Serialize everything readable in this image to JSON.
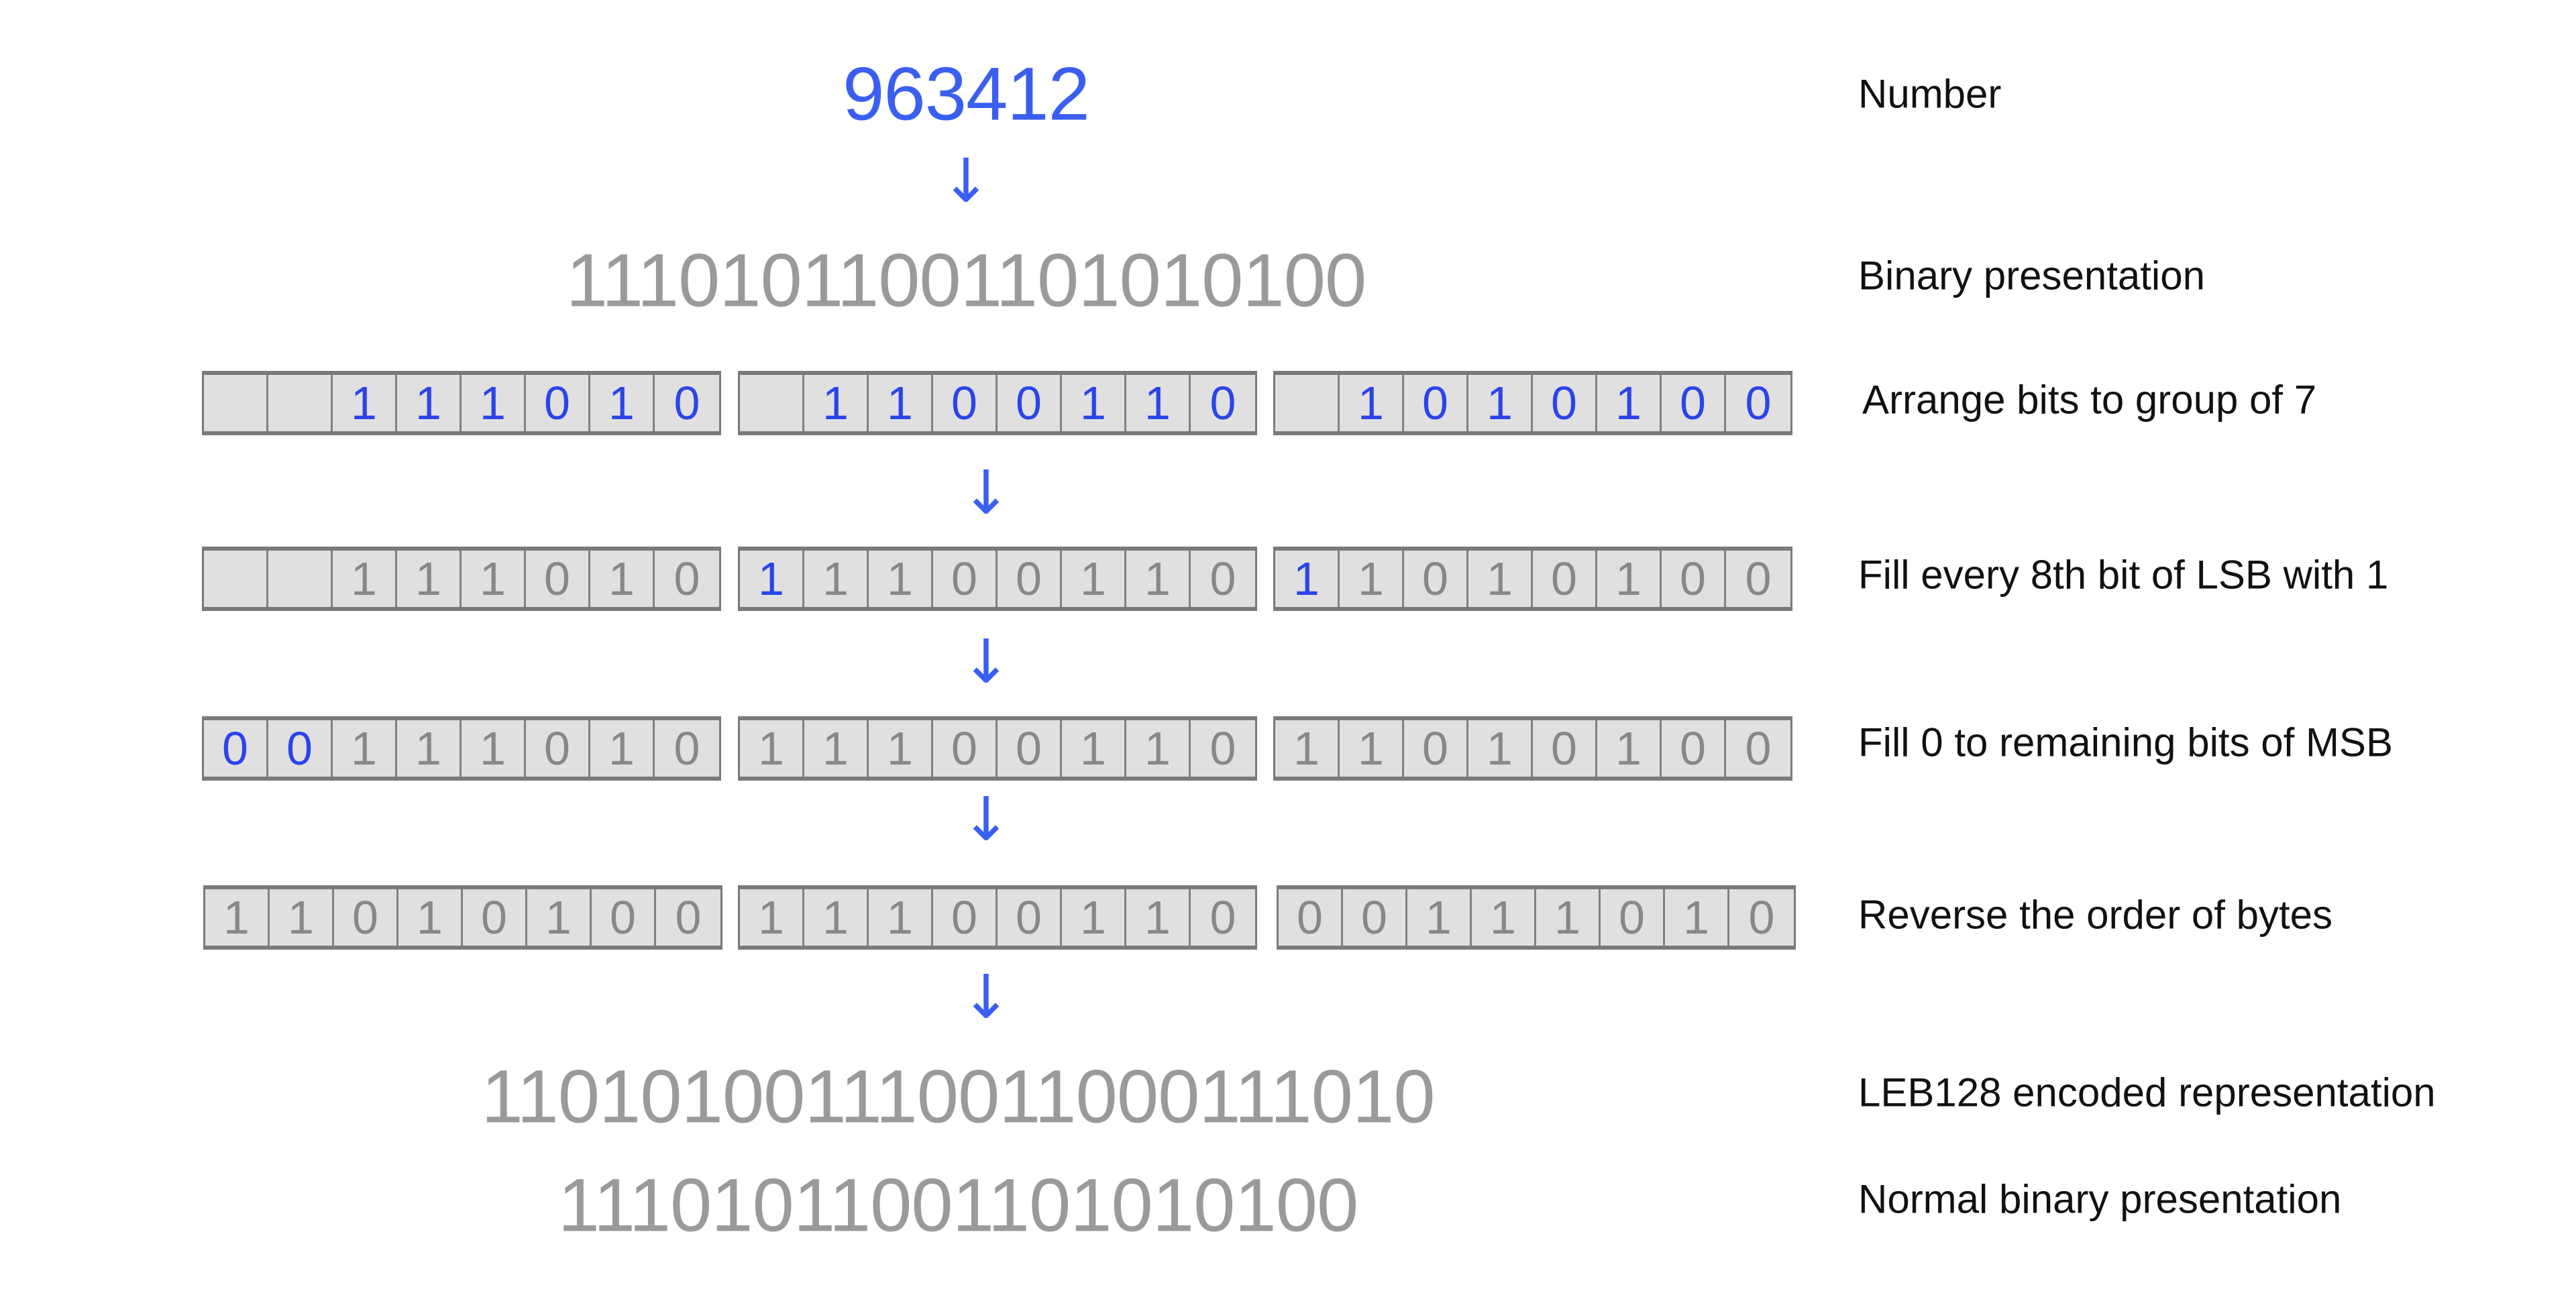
{
  "number": "963412",
  "binary": "11101011001101010100",
  "leb128": "110101001110011000111010",
  "normal_binary": "11101011001101010100",
  "arrow_glyph": "↓",
  "labels": {
    "number": "Number",
    "binary": "Binary presentation",
    "group": "Arrange bits to group of 7",
    "fill_lsb": "Fill every 8th bit of LSB with 1",
    "fill_msb": "Fill 0 to remaining bits of MSB",
    "reverse": "Reverse the order of bytes",
    "leb128": "LEB128 encoded representation",
    "normal": "Normal binary presentation"
  },
  "rows": [
    {
      "name": "group-of-7-row",
      "bytes": [
        {
          "bits": [
            "",
            "",
            "1",
            "1",
            "1",
            "0",
            "1",
            "0"
          ],
          "highlight": [
            2,
            3,
            4,
            5,
            6,
            7
          ]
        },
        {
          "bits": [
            "",
            "1",
            "1",
            "0",
            "0",
            "1",
            "1",
            "0"
          ],
          "highlight": [
            1,
            2,
            3,
            4,
            5,
            6,
            7
          ]
        },
        {
          "bits": [
            "",
            "1",
            "0",
            "1",
            "0",
            "1",
            "0",
            "0"
          ],
          "highlight": [
            1,
            2,
            3,
            4,
            5,
            6,
            7
          ]
        }
      ]
    },
    {
      "name": "fill-lsb-row",
      "bytes": [
        {
          "bits": [
            "",
            "",
            "1",
            "1",
            "1",
            "0",
            "1",
            "0"
          ],
          "highlight": []
        },
        {
          "bits": [
            "1",
            "1",
            "1",
            "0",
            "0",
            "1",
            "1",
            "0"
          ],
          "highlight": [
            0
          ]
        },
        {
          "bits": [
            "1",
            "1",
            "0",
            "1",
            "0",
            "1",
            "0",
            "0"
          ],
          "highlight": [
            0
          ]
        }
      ]
    },
    {
      "name": "fill-msb-row",
      "bytes": [
        {
          "bits": [
            "0",
            "0",
            "1",
            "1",
            "1",
            "0",
            "1",
            "0"
          ],
          "highlight": [
            0,
            1
          ]
        },
        {
          "bits": [
            "1",
            "1",
            "1",
            "0",
            "0",
            "1",
            "1",
            "0"
          ],
          "highlight": []
        },
        {
          "bits": [
            "1",
            "1",
            "0",
            "1",
            "0",
            "1",
            "0",
            "0"
          ],
          "highlight": []
        }
      ]
    },
    {
      "name": "reversed-row",
      "bytes": [
        {
          "bits": [
            "1",
            "1",
            "0",
            "1",
            "0",
            "1",
            "0",
            "0"
          ],
          "highlight": []
        },
        {
          "bits": [
            "1",
            "1",
            "1",
            "0",
            "0",
            "1",
            "1",
            "0"
          ],
          "highlight": []
        },
        {
          "bits": [
            "0",
            "0",
            "1",
            "1",
            "1",
            "0",
            "1",
            "0"
          ],
          "highlight": []
        }
      ]
    }
  ],
  "colors": {
    "accent": "#3a5ff0",
    "grey": "#9a9a9a"
  }
}
